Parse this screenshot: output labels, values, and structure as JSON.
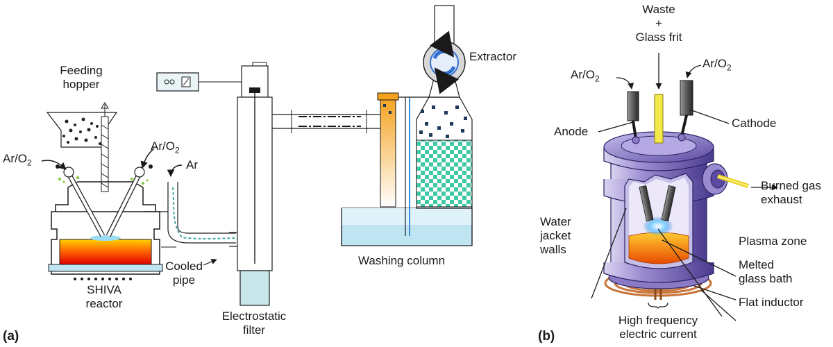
{
  "panel_a": {
    "panel_label": "(a)",
    "feeding_hopper": [
      "Feeding",
      "hopper"
    ],
    "gas_left": "Ar/O",
    "gas_right": "Ar/O",
    "gas_subscript": "2",
    "argon": "Ar",
    "reactor": [
      "SHIVA",
      "reactor"
    ],
    "cooled_pipe": [
      "Cooled",
      "pipe"
    ],
    "electrostatic_filter": [
      "Electrostatic",
      "filter"
    ],
    "washing_column": "Washing column",
    "extractor": "Extractor"
  },
  "panel_b": {
    "panel_label": "(b)",
    "feed": [
      "Waste",
      "+",
      "Glass frit"
    ],
    "gas_left": "Ar/O",
    "gas_right": "Ar/O",
    "gas_subscript": "2",
    "anode": "Anode",
    "cathode": "Cathode",
    "burned_gas": [
      "Burned gas",
      "exhaust"
    ],
    "water_jacket": [
      "Water",
      "jacket",
      "walls"
    ],
    "plasma_zone": "Plasma zone",
    "melted_glass": [
      "Melted",
      "glass bath"
    ],
    "flat_inductor": "Flat inductor",
    "hf_current": [
      "High frequency",
      "electric current"
    ]
  },
  "colors": {
    "line": "#1a1a1a",
    "melt_hot": "#ff2a00",
    "melt_warm": "#ffb300",
    "water": "#bfe4f2",
    "packing": "#3fc9a6",
    "vessel_purple": "#7a68b8",
    "copper": "#c8753a",
    "extractor_blue": "#2f6fd0"
  }
}
